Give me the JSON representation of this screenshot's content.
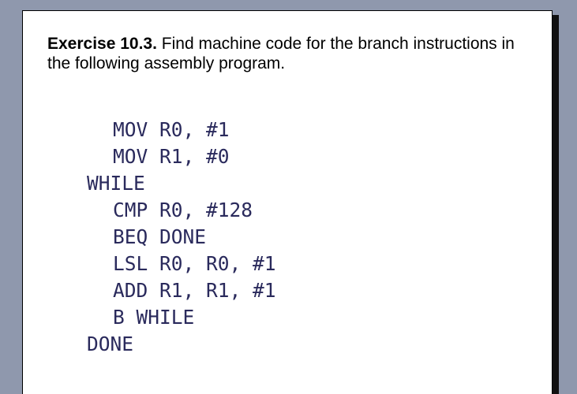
{
  "exercise": {
    "label": "Exercise 10.3.",
    "text": " Find machine code for the branch instructions in the following assembly program."
  },
  "code": [
    {
      "text": "MOV R0, #1",
      "indent": true
    },
    {
      "text": "MOV R1, #0",
      "indent": true
    },
    {
      "text": "WHILE",
      "indent": false
    },
    {
      "text": "CMP R0, #128",
      "indent": true
    },
    {
      "text": "BEQ DONE",
      "indent": true
    },
    {
      "text": "LSL R0, R0, #1",
      "indent": true
    },
    {
      "text": "ADD R1, R1, #1",
      "indent": true
    },
    {
      "text": "B WHILE",
      "indent": true
    },
    {
      "text": "DONE",
      "indent": false
    }
  ]
}
